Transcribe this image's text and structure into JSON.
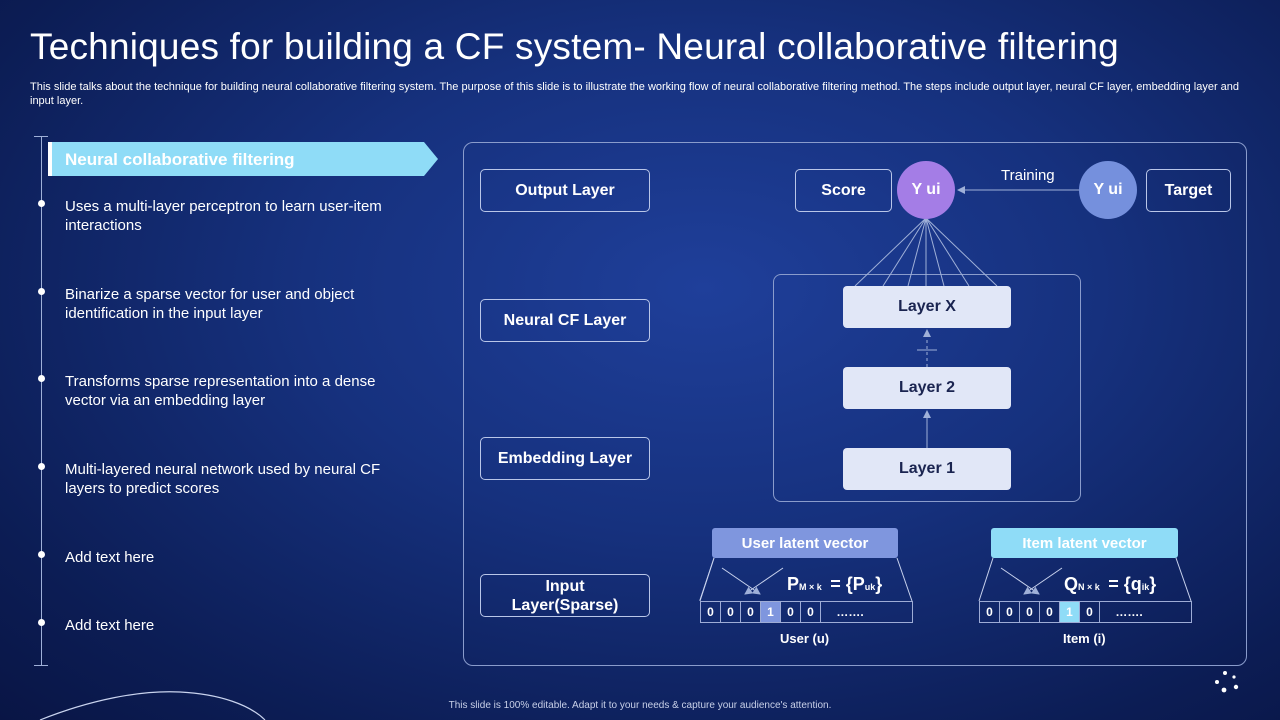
{
  "title": "Techniques for building a CF system- Neural collaborative filtering",
  "subtitle": "This slide talks about the technique for building neural collaborative filtering system. The purpose of this slide is to illustrate the working flow of neural collaborative filtering method. The steps include output layer, neural CF layer, embedding layer and input layer.",
  "left": {
    "banner": "Neural collaborative filtering",
    "bullets": [
      "Uses a multi-layer  perceptron to learn user-item interactions",
      "Binarize a sparse vector for user and object identification in the input layer",
      "Transforms  sparse representation into a dense vector via an embedding layer",
      "Multi-layered  neural network used by  neural CF layers  to predict scores",
      "Add text here",
      "Add text here"
    ]
  },
  "diagram": {
    "layer_labels": [
      "Output Layer",
      "Neural CF Layer",
      "Embedding Layer",
      "Input Layer(Sparse)"
    ],
    "score": "Score",
    "target": "Target",
    "yui_pred": "Y ui",
    "yui_target": "Y ui",
    "training": "Training",
    "layers": [
      "Layer X",
      "Layer 2",
      "Layer 1"
    ],
    "user": {
      "head": "User latent vector",
      "formula_main": "P",
      "formula_sub": "M × k",
      "formula_eq": "= {P",
      "formula_eq_sub": "uk",
      "formula_close": "}",
      "cells": [
        "0",
        "0",
        "0",
        "1",
        "0",
        "0",
        "……."
      ],
      "caption": "User (u)"
    },
    "item": {
      "head": "Item latent vector",
      "formula_main": "Q",
      "formula_sub": "N × k",
      "formula_eq": "= {q",
      "formula_eq_sub": "ik",
      "formula_close": "}",
      "cells": [
        "0",
        "0",
        "0",
        "0",
        "1",
        "0",
        "……."
      ],
      "caption": "Item (i)"
    }
  },
  "colors": {
    "banner": "#8fdcf7",
    "yui_pred": "#a47de6",
    "yui_target": "#7590dd",
    "user_head": "#7f96de",
    "item_head": "#8fdcf7",
    "user_active_cell": "#7f96de",
    "item_active_cell": "#8fdcf7"
  },
  "footer": "This slide is 100% editable. Adapt it to your needs & capture your audience's attention."
}
